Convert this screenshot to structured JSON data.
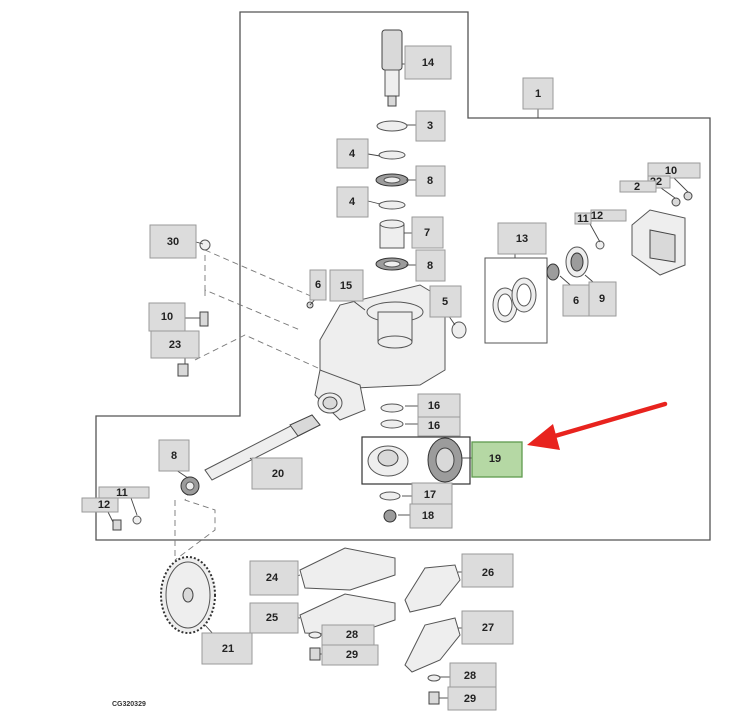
{
  "figure_id": "CG320329",
  "highlight_color": "#b5d8a4",
  "arrow_color": "#e8231e",
  "callouts": [
    {
      "id": "c1",
      "label": "1"
    },
    {
      "id": "c14",
      "label": "14"
    },
    {
      "id": "c3",
      "label": "3"
    },
    {
      "id": "c4a",
      "label": "4"
    },
    {
      "id": "c8a",
      "label": "8"
    },
    {
      "id": "c4b",
      "label": "4"
    },
    {
      "id": "c7",
      "label": "7"
    },
    {
      "id": "c8b",
      "label": "8"
    },
    {
      "id": "c30",
      "label": "30"
    },
    {
      "id": "c10a",
      "label": "10"
    },
    {
      "id": "c23",
      "label": "23"
    },
    {
      "id": "c6a",
      "label": "6"
    },
    {
      "id": "c15",
      "label": "15"
    },
    {
      "id": "c5",
      "label": "5"
    },
    {
      "id": "c13",
      "label": "13"
    },
    {
      "id": "c11a",
      "label": "11"
    },
    {
      "id": "c12a",
      "label": "12"
    },
    {
      "id": "c6b",
      "label": "6"
    },
    {
      "id": "c9",
      "label": "9"
    },
    {
      "id": "c10b",
      "label": "10"
    },
    {
      "id": "c22",
      "label": "22"
    },
    {
      "id": "c2",
      "label": "2"
    },
    {
      "id": "c16a",
      "label": "16"
    },
    {
      "id": "c16b",
      "label": "16"
    },
    {
      "id": "c19",
      "label": "19",
      "highlight": true
    },
    {
      "id": "c17",
      "label": "17"
    },
    {
      "id": "c18",
      "label": "18"
    },
    {
      "id": "c8c",
      "label": "8"
    },
    {
      "id": "c20",
      "label": "20"
    },
    {
      "id": "c11b",
      "label": "11"
    },
    {
      "id": "c12b",
      "label": "12"
    },
    {
      "id": "c24",
      "label": "24"
    },
    {
      "id": "c25",
      "label": "25"
    },
    {
      "id": "c28a",
      "label": "28"
    },
    {
      "id": "c29a",
      "label": "29"
    },
    {
      "id": "c21",
      "label": "21"
    },
    {
      "id": "c26",
      "label": "26"
    },
    {
      "id": "c27",
      "label": "27"
    },
    {
      "id": "c28b",
      "label": "28"
    },
    {
      "id": "c29b",
      "label": "29"
    }
  ]
}
